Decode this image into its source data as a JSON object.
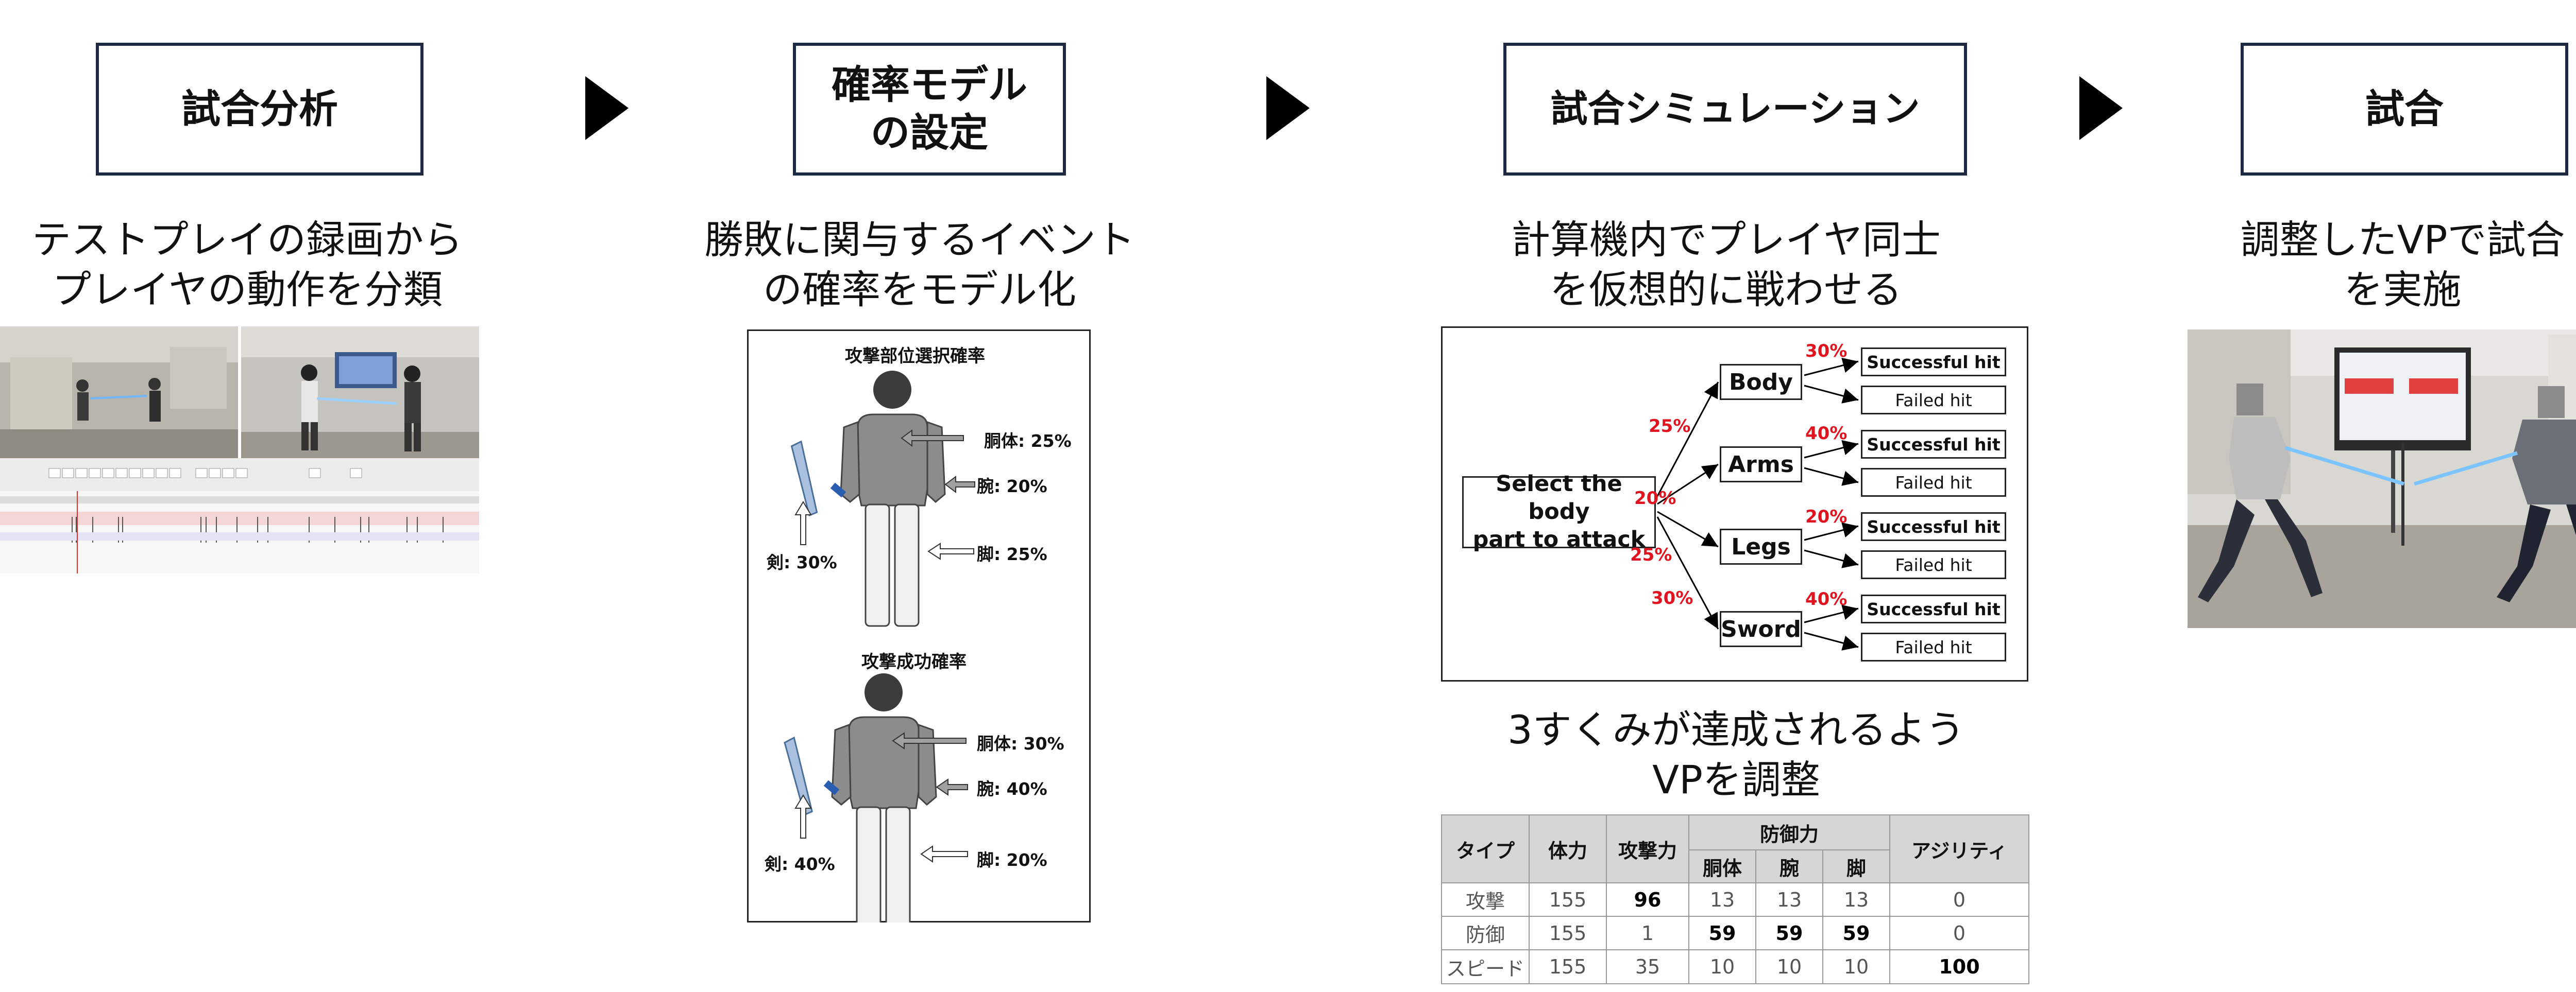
{
  "steps": [
    {
      "label": "試合分析"
    },
    {
      "label": "確率モデル\nの設定"
    },
    {
      "label": "試合シミュレーション"
    },
    {
      "label": "試合"
    }
  ],
  "descriptions": {
    "analysis": "テストプレイの録画から\nプレイヤの動作を分類",
    "model": "勝敗に関与するイベント\nの確率をモデル化",
    "simulation": "計算機内でプレイヤ同士\nを仮想的に戦わせる",
    "match": "調整したVPで試合\nを実施",
    "adjust": "3すくみが達成されるよう\nVPを調整"
  },
  "model_figure": {
    "select_title": "攻撃部位選択確率",
    "select_labels": {
      "torso": "胴体: 25%",
      "arm": "腕: 20%",
      "leg": "脚: 25%",
      "sword": "剣: 30%"
    },
    "success_title": "攻撃成功確率",
    "success_labels": {
      "torso": "胴体: 30%",
      "arm": "腕: 40%",
      "leg": "脚: 20%",
      "sword": "剣: 40%"
    }
  },
  "tree": {
    "root": "Select the body\npart to attack",
    "branches": [
      {
        "part": "Body",
        "select_prob": "25%",
        "hit_prob": "30%"
      },
      {
        "part": "Arms",
        "select_prob": "20%",
        "hit_prob": "40%"
      },
      {
        "part": "Legs",
        "select_prob": "25%",
        "hit_prob": "20%"
      },
      {
        "part": "Sword",
        "select_prob": "30%",
        "hit_prob": "40%"
      }
    ],
    "success_label": "Successful hit",
    "fail_label": "Failed hit"
  },
  "table": {
    "headers": {
      "type": "タイプ",
      "hp": "体力",
      "atk": "攻撃力",
      "defense": "防御力",
      "torso": "胴体",
      "arm": "腕",
      "leg": "脚",
      "agility": "アジリティ"
    },
    "rows": [
      {
        "type": "攻撃",
        "hp": "155",
        "atk": "96",
        "torso": "13",
        "arm": "13",
        "leg": "13",
        "agility": "0"
      },
      {
        "type": "防御",
        "hp": "155",
        "atk": "1",
        "torso": "59",
        "arm": "59",
        "leg": "59",
        "agility": "0"
      },
      {
        "type": "スピード",
        "hp": "155",
        "atk": "35",
        "torso": "10",
        "arm": "10",
        "leg": "10",
        "agility": "100"
      }
    ]
  },
  "colors": {
    "box_border": "#1c2a44",
    "prob_red": "#e0141e",
    "figure_gray": "#8c8c8c",
    "head_dark": "#3c3c3c"
  }
}
